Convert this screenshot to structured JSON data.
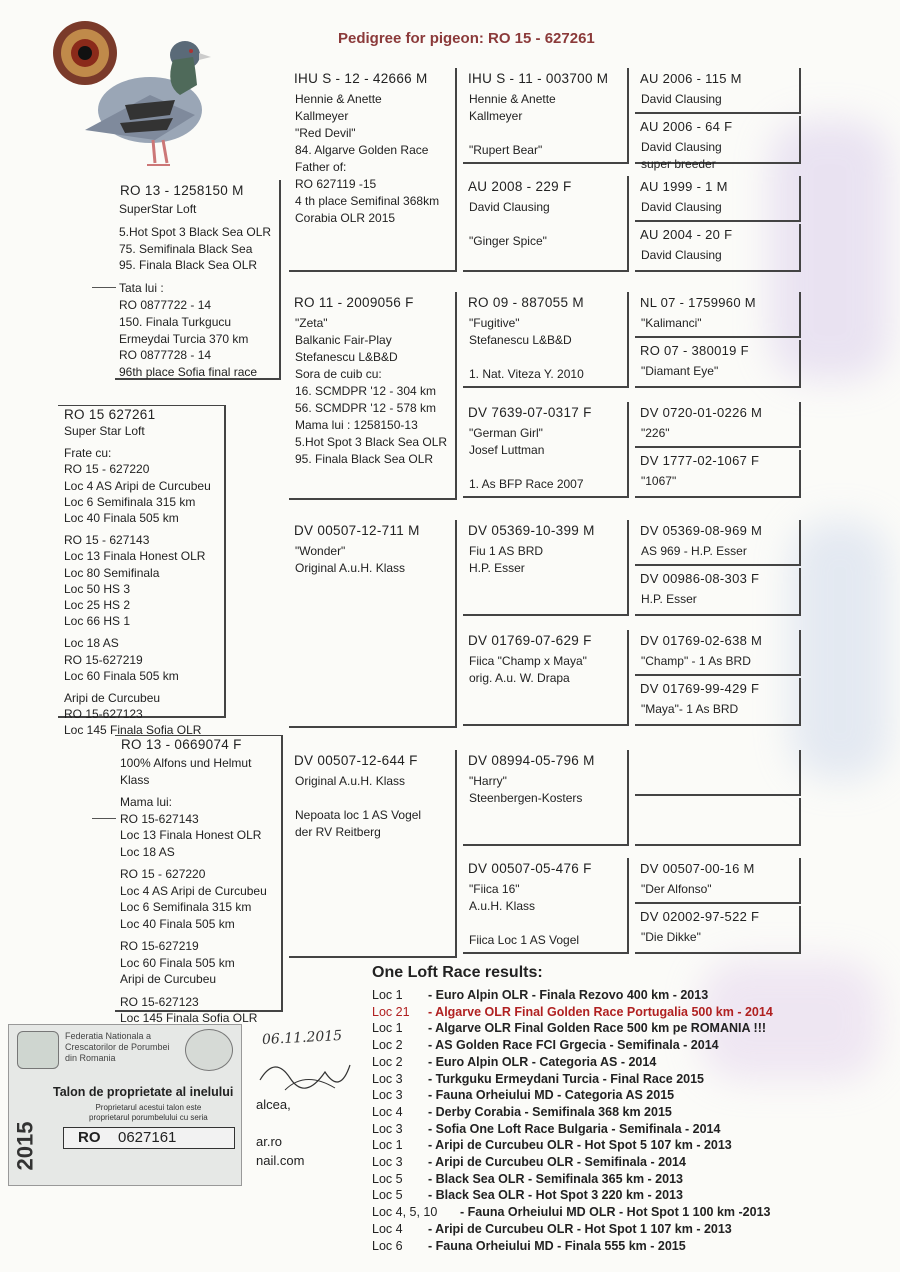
{
  "title": "Pedigree for pigeon:  RO 15 - 627261",
  "subject": {
    "ring": "RO 15 627261",
    "lines": [
      "Super Star Loft",
      "Frate cu:",
      "RO 15 - 627220",
      "Loc 4 AS Aripi de Curcubeu",
      "Loc 6 Semifinala 315 km",
      "Loc 40 Finala 505 km",
      "RO 15 - 627143",
      "Loc 13 Finala Honest OLR",
      "Loc 80 Semifinala",
      "Loc 50 HS 3",
      "Loc 25 HS 2",
      "Loc 66 HS 1",
      "Loc 18 AS",
      "RO 15-627219",
      "Loc 60 Finala 505 km",
      "Aripi de Curcubeu",
      "RO 15-627123",
      "Loc 145 Finala Sofia OLR"
    ]
  },
  "sire": {
    "ring": "RO 13 - 1258150  M",
    "lines": [
      "SuperStar Loft",
      "5.Hot Spot 3 Black Sea OLR",
      "75. Semifinala Black Sea",
      "95. Finala Black Sea OLR",
      "Tata lui :",
      "RO 0877722 - 14",
      "150. Finala Turkgucu",
      "Ermeydai Turcia 370 km",
      "RO 0877728 - 14",
      "96th place Sofia final race"
    ]
  },
  "dam": {
    "ring": "RO 13 - 0669074 F",
    "lines": [
      "100% Alfons und Helmut",
      "Klass",
      "Mama lui:",
      "RO 15-627143",
      "Loc 13 Finala Honest OLR",
      "Loc 18 AS",
      "RO 15 - 627220",
      "Loc 4 AS Aripi de Curcubeu",
      "Loc 6 Semifinala 315 km",
      "Loc 40 Finala 505 km",
      "RO 15-627219",
      "Loc 60 Finala 505 km",
      "Aripi de Curcubeu",
      "RO 15-627123",
      "Loc 145 Finala Sofia OLR"
    ]
  },
  "gp": [
    {
      "ring": "IHU S - 12 - 42666 M",
      "lines": [
        "Hennie & Anette",
        "Kallmeyer",
        "\"Red Devil\"",
        "84. Algarve Golden Race",
        "Father of:",
        "RO 627119 -15",
        "4 th place Semifinal 368km",
        "Corabia OLR 2015"
      ]
    },
    {
      "ring": "RO  11 - 2009056  F",
      "lines": [
        "\"Zeta\"",
        "Balkanic Fair-Play",
        "Stefanescu L&B&D",
        "Sora de cuib cu:",
        "16. SCMDPR '12 - 304 km",
        "56. SCMDPR '12 - 578 km",
        "Mama lui : 1258150-13",
        "5.Hot Spot 3 Black Sea OLR",
        "95. Finala Black Sea OLR"
      ]
    },
    {
      "ring": "DV 00507-12-711 M",
      "lines": [
        "\"Wonder\"",
        "Original   A.u.H. Klass"
      ]
    },
    {
      "ring": "DV 00507-12-644 F",
      "lines": [
        "Original   A.u.H. Klass",
        "",
        "Nepoata loc 1 AS Vogel",
        "der RV Reitberg"
      ]
    }
  ],
  "ggp": [
    {
      "ring": "IHU S - 11 - 003700  M",
      "lines": [
        "Hennie & Anette",
        "Kallmeyer",
        "",
        "\"Rupert Bear\""
      ]
    },
    {
      "ring": "AU  2008 - 229  F",
      "lines": [
        "David Clausing",
        "",
        "\"Ginger Spice\""
      ]
    },
    {
      "ring": "RO  09 - 887055  M",
      "lines": [
        "\"Fugitive\"",
        "Stefanescu L&B&D",
        "",
        "1. Nat. Viteza Y. 2010"
      ]
    },
    {
      "ring": "DV  7639-07-0317  F",
      "lines": [
        "\"German Girl\"",
        "Josef Luttman",
        "",
        "1. As BFP Race 2007"
      ]
    },
    {
      "ring": "DV 05369-10-399 M",
      "lines": [
        "Fiu 1 AS BRD",
        "H.P. Esser"
      ]
    },
    {
      "ring": "DV 01769-07-629 F",
      "lines": [
        "Fiica \"Champ x Maya\"",
        "orig. A.u. W. Drapa"
      ]
    },
    {
      "ring": "DV 08994-05-796 M",
      "lines": [
        "\"Harry\"",
        "Steenbergen-Kosters"
      ]
    },
    {
      "ring": "DV 00507-05-476 F",
      "lines": [
        "\"Fiica 16\"",
        "A.u.H. Klass",
        "",
        "Fiica Loc 1 AS Vogel"
      ]
    }
  ],
  "gggp": [
    {
      "ring": "AU  2006 - 115  M",
      "lines": [
        "David Clausing"
      ]
    },
    {
      "ring": "AU 2006 - 64  F",
      "lines": [
        "David Clausing",
        "super breeder"
      ]
    },
    {
      "ring": "AU  1999 - 1  M",
      "lines": [
        "David Clausing"
      ]
    },
    {
      "ring": "AU  2004 - 20  F",
      "lines": [
        "David Clausing"
      ]
    },
    {
      "ring": "NL  07 - 1759960  M",
      "lines": [
        "\"Kalimanci\""
      ]
    },
    {
      "ring": "RO 07 - 380019  F",
      "lines": [
        "\"Diamant Eye\""
      ]
    },
    {
      "ring": "DV  0720-01-0226  M",
      "lines": [
        "\"226\""
      ]
    },
    {
      "ring": "DV  1777-02-1067  F",
      "lines": [
        "\"1067\""
      ]
    },
    {
      "ring": "DV 05369-08-969 M",
      "lines": [
        "AS 969 - H.P. Esser"
      ]
    },
    {
      "ring": "DV 00986-08-303  F",
      "lines": [
        "H.P. Esser"
      ]
    },
    {
      "ring": "DV 01769-02-638 M",
      "lines": [
        "\"Champ\" - 1 As BRD"
      ]
    },
    {
      "ring": "DV 01769-99-429  F",
      "lines": [
        "\"Maya\"- 1 As BRD"
      ]
    },
    {
      "ring": "",
      "lines": []
    },
    {
      "ring": "",
      "lines": []
    },
    {
      "ring": "DV 00507-00-16 M",
      "lines": [
        "\"Der Alfonso\""
      ]
    },
    {
      "ring": "DV 02002-97-522 F",
      "lines": [
        "\"Die Dikke\""
      ]
    }
  ],
  "results": {
    "title": "One Loft Race results:",
    "items": [
      {
        "loc": "Loc 1",
        "text": "-  Euro Alpin OLR  - Finala Rezovo 400 km - 2013",
        "color": "#222222"
      },
      {
        "loc": "Loc 21",
        "text": "- Algarve OLR Final Golden Race Portugalia 500 km - 2014",
        "color": "#b02020"
      },
      {
        "loc": "Loc 1",
        "text": "-  Algarve OLR Final Golden Race 500 km pe ROMANIA !!!",
        "color": "#222222"
      },
      {
        "loc": "Loc 2",
        "text": "-  AS Golden Race FCI Grgecia - Semifinala - 2014",
        "color": "#222222"
      },
      {
        "loc": "Loc 2",
        "text": "-  Euro Alpin OLR - Categoria AS - 2014",
        "color": "#222222"
      },
      {
        "loc": "Loc 3",
        "text": "-  Turkguku Ermeydani  Turcia - Final Race 2015",
        "color": "#222222"
      },
      {
        "loc": "Loc 3",
        "text": "-  Fauna Orheiului MD - Categoria AS  2015",
        "color": "#222222"
      },
      {
        "loc": "Loc 4",
        "text": "-  Derby Corabia - Semifinala 368 km 2015",
        "color": "#222222"
      },
      {
        "loc": "Loc 3",
        "text": "-  Sofia One Loft Race Bulgaria - Semifinala - 2014",
        "color": "#222222"
      },
      {
        "loc": "Loc 1",
        "text": "-  Aripi de Curcubeu OLR - Hot Spot 5 107 km - 2013",
        "color": "#222222"
      },
      {
        "loc": "Loc 3",
        "text": "-  Aripi de Curcubeu OLR - Semifinala - 2014",
        "color": "#222222"
      },
      {
        "loc": "Loc 5",
        "text": "-  Black Sea OLR - Semifinala 365 km - 2013",
        "color": "#222222"
      },
      {
        "loc": "Loc 5",
        "text": "-  Black Sea OLR - Hot Spot 3 220 km - 2013",
        "color": "#222222"
      },
      {
        "loc": "Loc 4, 5, 10",
        "text": "- Fauna Orheiului MD OLR - Hot Spot 1 100 km -2013",
        "color": "#222222"
      },
      {
        "loc": "Loc 4",
        "text": "-  Aripi de Curcubeu OLR - Hot Spot 1 107 km - 2013",
        "color": "#222222"
      },
      {
        "loc": "Loc 6",
        "text": "-  Fauna Orheiului MD - Finala 555 km - 2015",
        "color": "#222222"
      }
    ]
  },
  "stamp": {
    "line1": "Federatia Nationala a",
    "line2": "Crescatorilor de Porumbei",
    "line3": "din Romania",
    "year": "2015",
    "heading": "Talon de proprietate al inelului",
    "sub1": "Proprietarul acestui talon este",
    "sub2": "proprietarul porumbelului cu seria",
    "ring_prefix": "RO",
    "ring_no": "0627161",
    "date": "06.11.2015"
  },
  "partial_contact": [
    "alcea,",
    "ar.ro",
    "nail.com"
  ],
  "colors": {
    "title": "#8b3a3a",
    "accent": "#b02020"
  }
}
